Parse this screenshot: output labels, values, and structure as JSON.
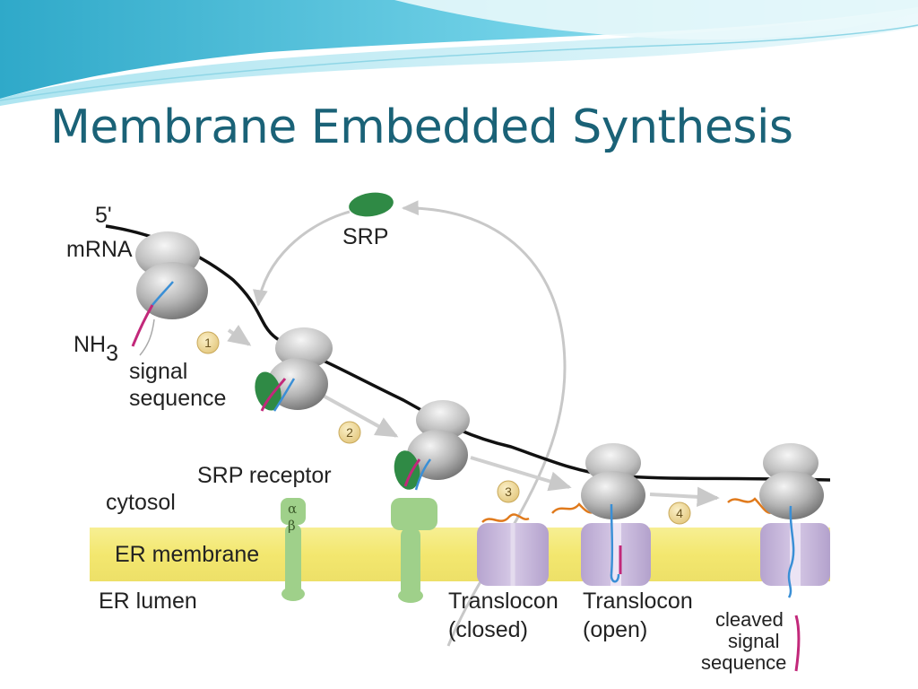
{
  "slide": {
    "title": "Membrane Embedded Synthesis"
  },
  "diagram": {
    "labels": {
      "five_prime": "5'",
      "mrna": "mRNA",
      "srp": "SRP",
      "nh": "NH",
      "nh_sub": "3",
      "signal_sequence_line1": "signal",
      "signal_sequence_line2": "sequence",
      "srp_receptor": "SRP receptor",
      "alpha": "α",
      "beta": "β",
      "cytosol": "cytosol",
      "er_membrane": "ER membrane",
      "er_lumen": "ER lumen",
      "translocon_closed_line1": "Translocon",
      "translocon_closed_line2": "(closed)",
      "translocon_open_line1": "Translocon",
      "translocon_open_line2": "(open)",
      "cleaved_line1": "cleaved",
      "cleaved_line2": "signal",
      "cleaved_line3": "sequence"
    },
    "steps": [
      "1",
      "2",
      "3",
      "4"
    ],
    "colors": {
      "title": "#1a6277",
      "header_swoosh": "#58c4dc",
      "membrane": "#f4ea7a",
      "srp": "#2f8a45",
      "srp_receptor": "#9fd08a",
      "translocon": "#c4b3d8",
      "ribosome": "#a9a9a9",
      "signal_sequence": "#c2287a",
      "nascent_chain": "#3a8fd6",
      "lumen_chain": "#e07a1c",
      "step_badge": "#f2dca0"
    }
  }
}
